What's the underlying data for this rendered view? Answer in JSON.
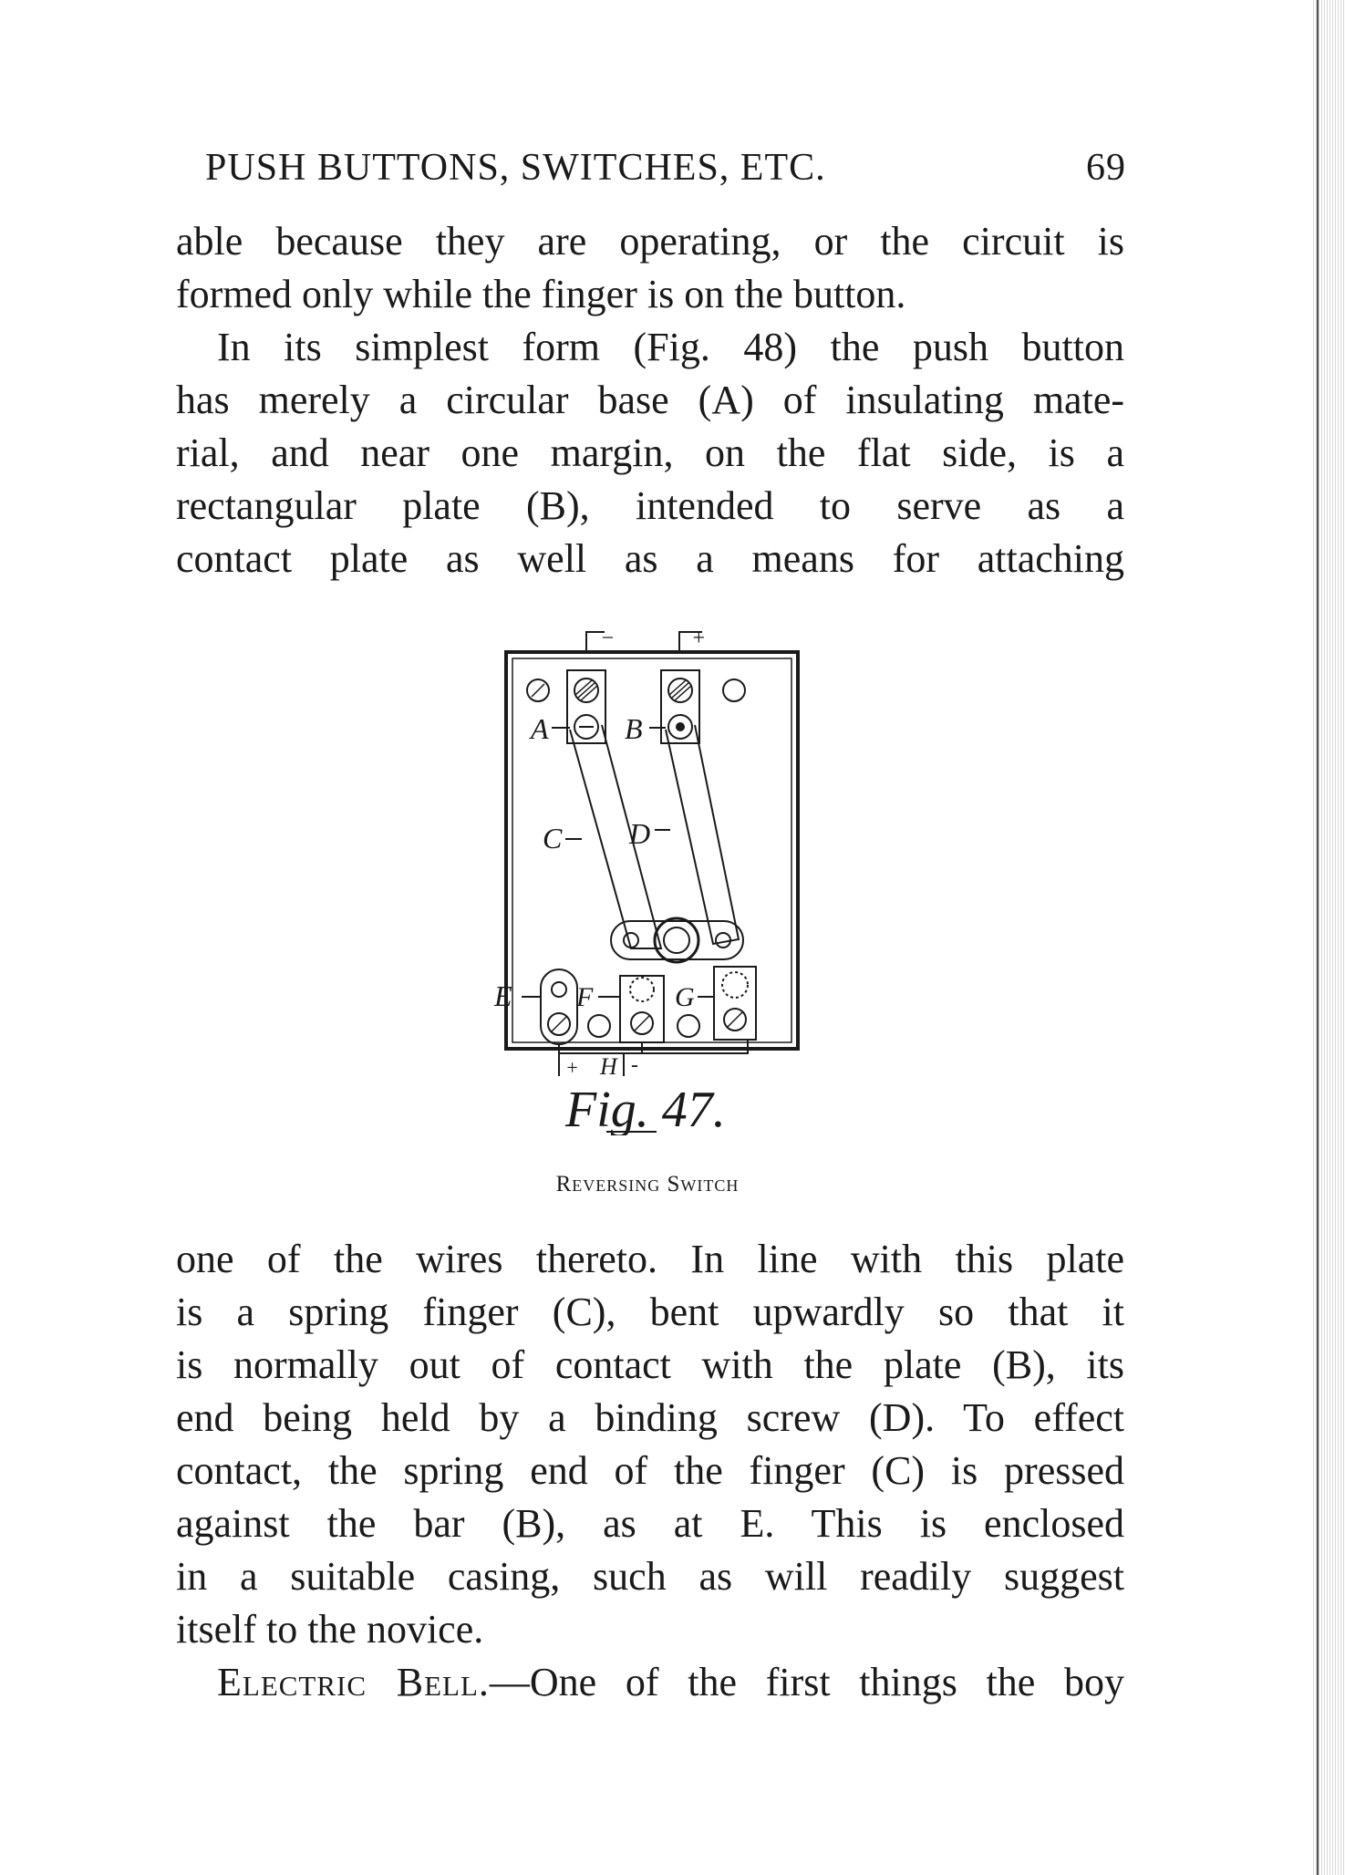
{
  "header": {
    "title": "PUSH BUTTONS, SWITCHES, ETC.",
    "page_number": "69"
  },
  "paragraph_top": {
    "lines": [
      "able because they are operating, or the circuit is",
      "formed only while the finger is on the button.",
      "In its simplest form (Fig. 48) the push button",
      "has merely a circular base (A) of insulating mate-",
      "rial, and near one margin, on the flat side, is a",
      "rectangular plate (B), intended to serve as a",
      "contact plate as well as a means for attaching"
    ]
  },
  "figure": {
    "label": "Fig. 47.",
    "caption": "Reversing Switch",
    "labels": {
      "minus_top": "−",
      "plus_top": "+",
      "a": "A",
      "b": "B",
      "c": "C",
      "d": "D",
      "e": "E",
      "f": "F",
      "g": "G",
      "h": "H",
      "plus_bottom": "+",
      "minus_bottom": "-"
    }
  },
  "paragraph_bottom": {
    "lines": [
      "one of the wires thereto. In line with this plate",
      "is a spring finger (C), bent upwardly so that it",
      "is normally out of contact with the plate (B), its",
      "end being held by a binding screw (D). To effect",
      "contact, the spring end of the finger (C) is pressed",
      "against the bar (B), as at E. This is enclosed",
      "in a suitable casing, such as will readily suggest",
      "itself to the novice."
    ],
    "heading": "Electric Bell.",
    "heading_rest": "—One of the first things the boy"
  }
}
